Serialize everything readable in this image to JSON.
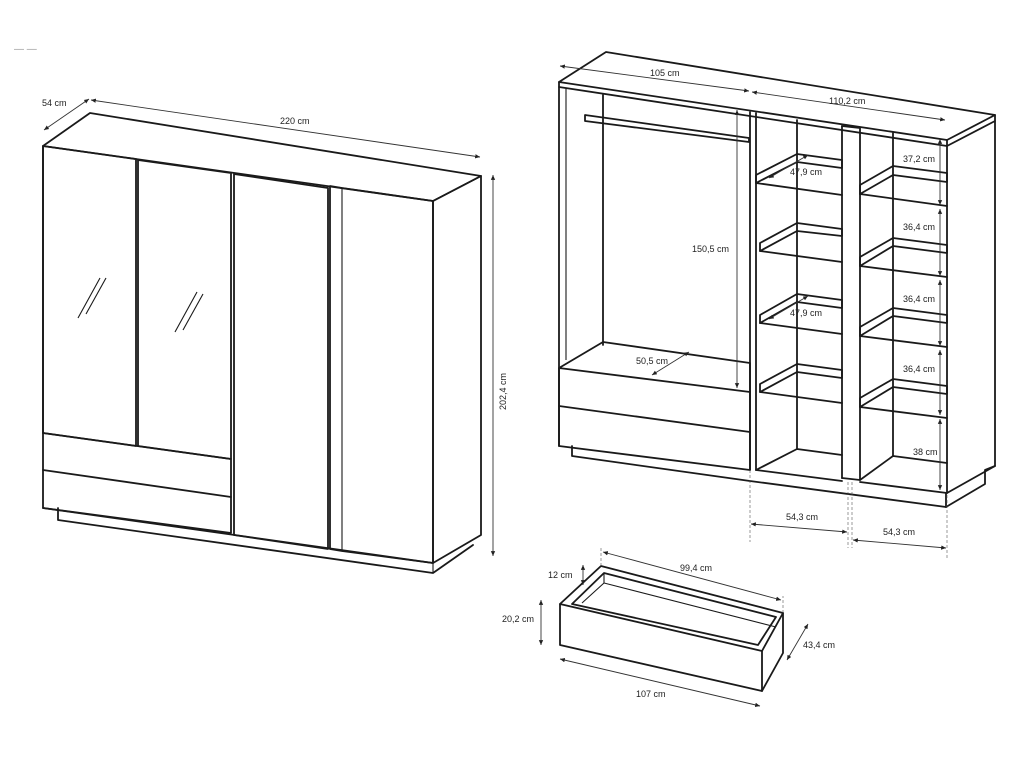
{
  "corner_mark": "— —",
  "closed_wardrobe": {
    "depth": "54 cm",
    "width": "220 cm",
    "height": "202,4 cm"
  },
  "open_wardrobe": {
    "left_section_width": "105 cm",
    "right_section_width": "110,2 cm",
    "hanging_height": "150,5 cm",
    "drawer_depth": "50,5 cm",
    "middle_shelf_depth_top": "47,9 cm",
    "middle_shelf_depth_mid": "47,9 cm",
    "shelf_heights": [
      "37,2 cm",
      "36,4 cm",
      "36,4 cm",
      "36,4 cm",
      "38 cm"
    ],
    "bottom_width_left": "54,3 cm",
    "bottom_width_right": "54,3 cm"
  },
  "drawer": {
    "inner_length": "99,4 cm",
    "inner_height": "12 cm",
    "outer_height": "20,2 cm",
    "depth": "43,4 cm",
    "outer_length": "107 cm"
  }
}
